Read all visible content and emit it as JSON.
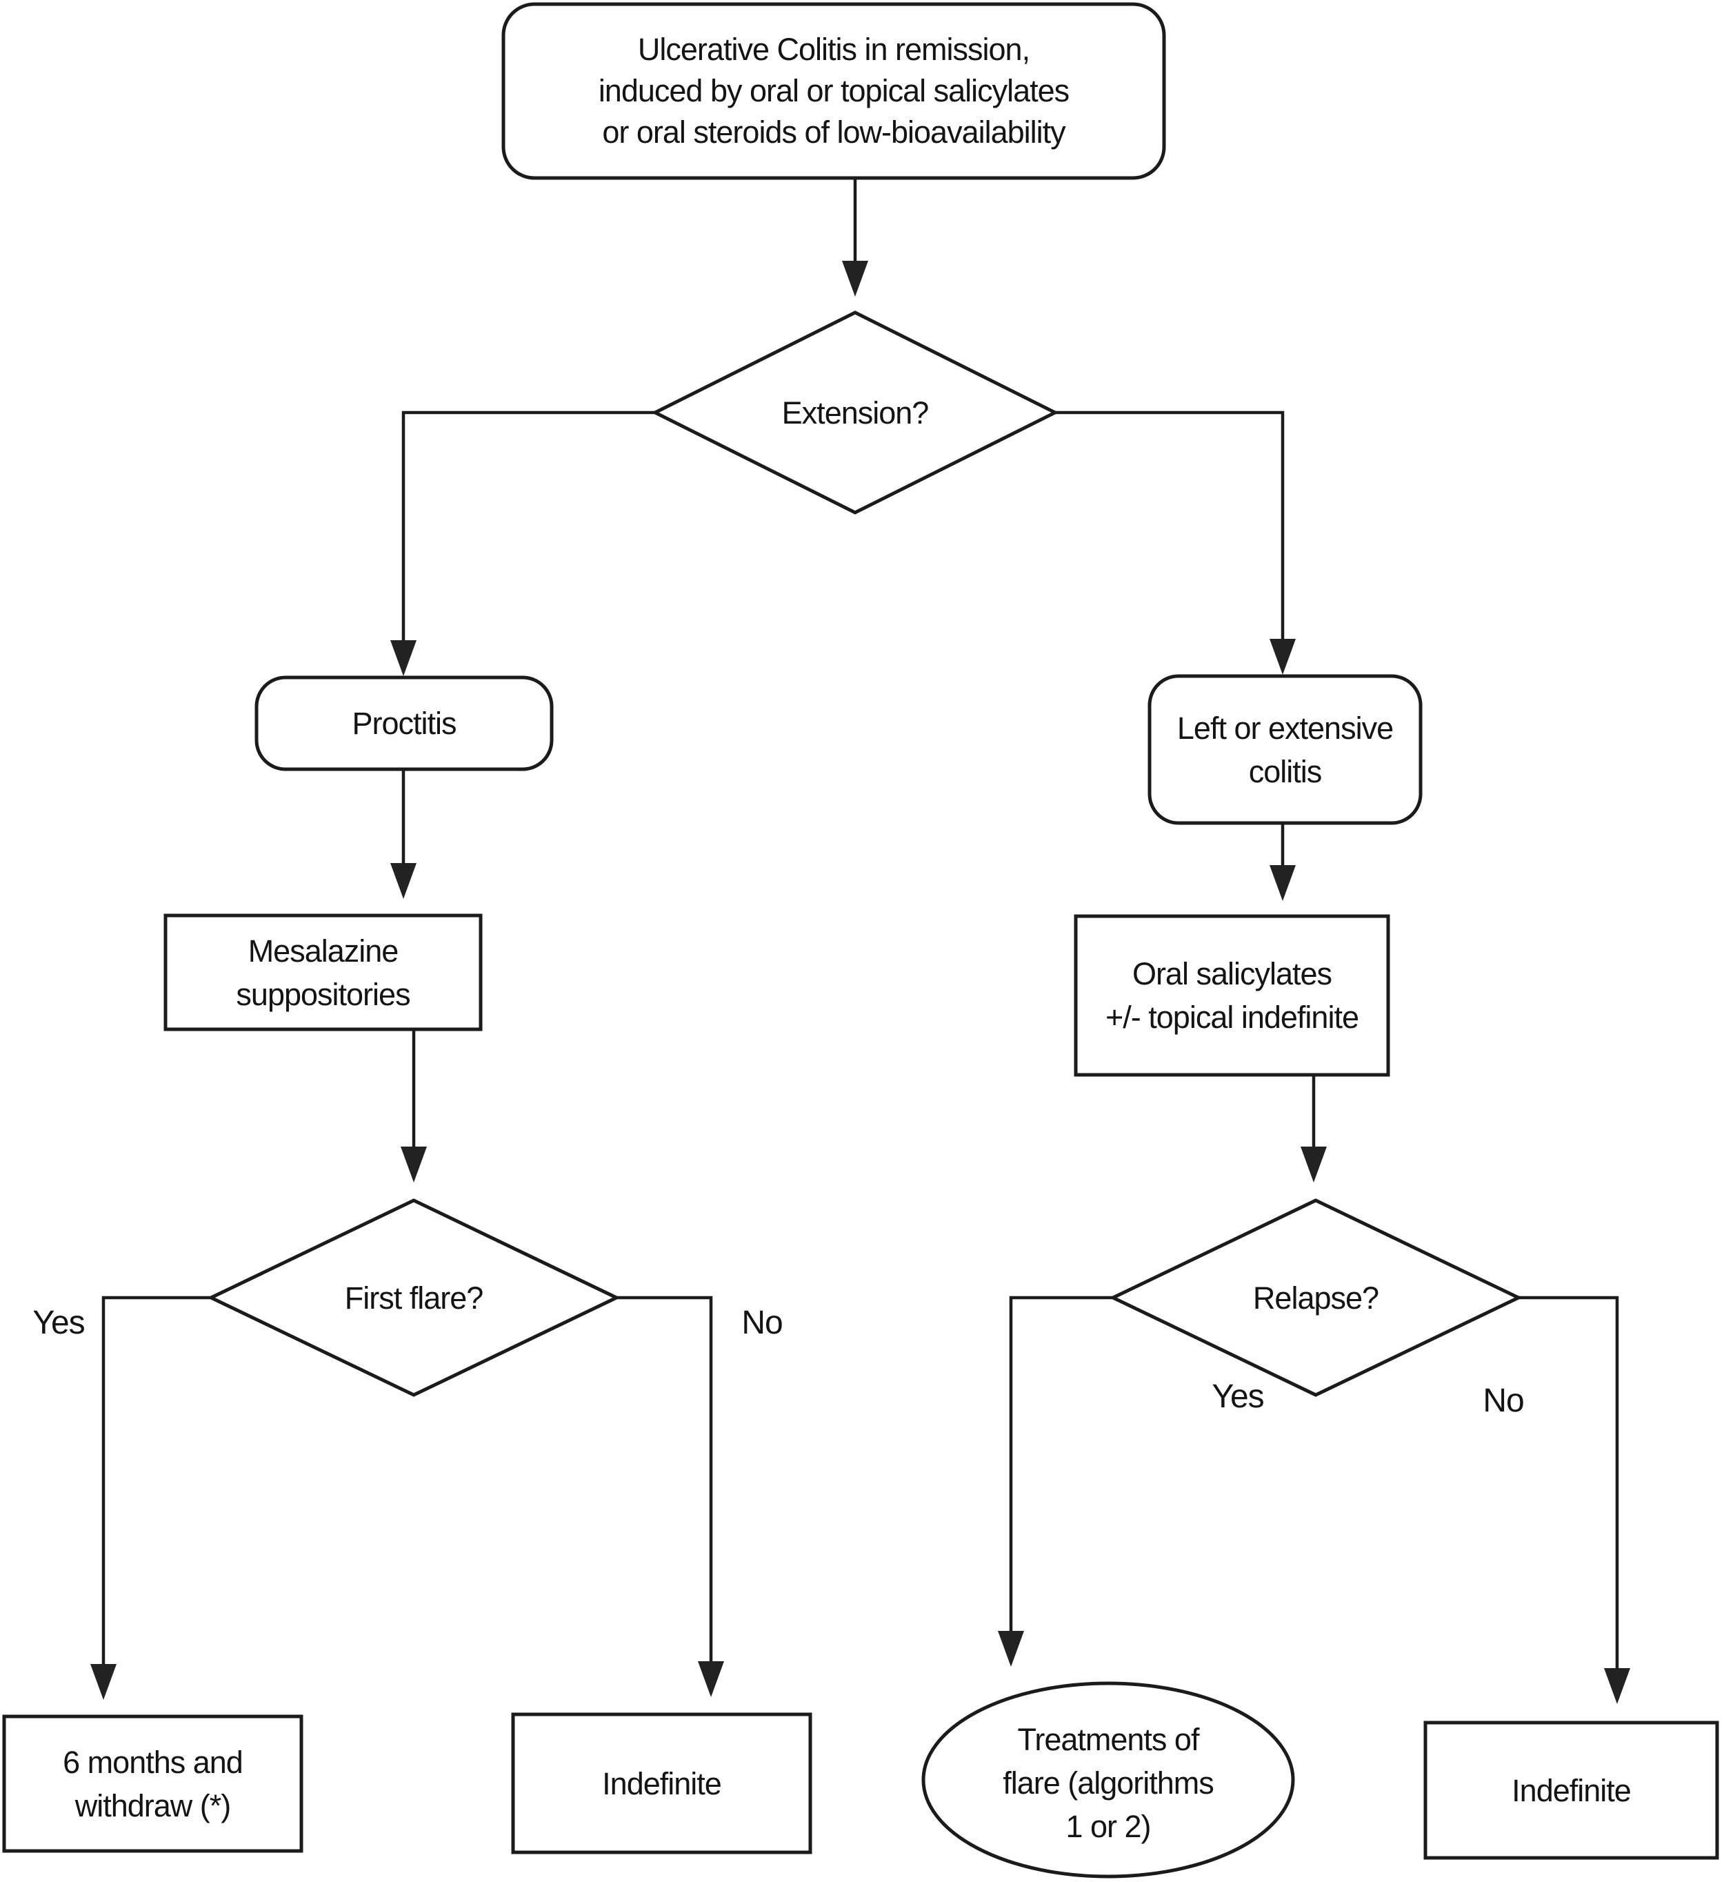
{
  "figure": {
    "type": "flowchart",
    "colors": {
      "ink": "#1b1b1b",
      "background": "#ffffff"
    }
  },
  "nodes": {
    "start": {
      "shape": "rounded-rect",
      "label": "Ulcerative Colitis in remission,\ninduced by oral or topical salicylates\nor oral steroids of low-bioavailability"
    },
    "extension": {
      "shape": "diamond",
      "label": "Extension?"
    },
    "proctitis": {
      "shape": "rounded-rect",
      "label": "Proctitis"
    },
    "left_colitis": {
      "shape": "rounded-rect",
      "label": "Left or extensive\ncolitis"
    },
    "mesalazine": {
      "shape": "rect",
      "label": "Mesalazine suppositories"
    },
    "oral_salicylates": {
      "shape": "rect",
      "label": "Oral salicylates\n+/- topical indefinite"
    },
    "first_flare": {
      "shape": "diamond",
      "label": "First flare?"
    },
    "relapse": {
      "shape": "diamond",
      "label": "Relapse?"
    },
    "six_months": {
      "shape": "rect",
      "label": "6 months and\nwithdraw (*)"
    },
    "indefinite_left": {
      "shape": "rect",
      "label": "Indefinite"
    },
    "treatments_flare": {
      "shape": "ellipse",
      "label": "Treatments of\nflare (algorithms\n1 or 2)"
    },
    "indefinite_right": {
      "shape": "rect",
      "label": "Indefinite"
    }
  },
  "edge_labels": {
    "first_flare_yes": "Yes",
    "first_flare_no": "No",
    "relapse_yes": "Yes",
    "relapse_no": "No"
  }
}
